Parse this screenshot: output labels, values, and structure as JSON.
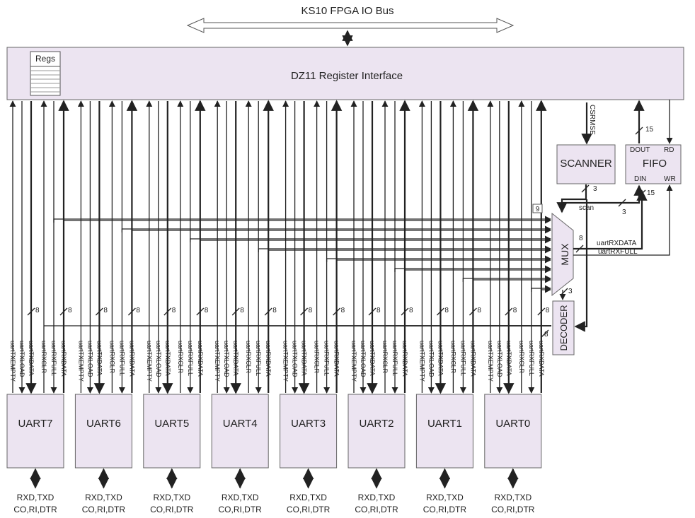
{
  "bus": {
    "label": "KS10 FPGA IO Bus"
  },
  "register_interface": {
    "label": "DZ11 Register Interface",
    "regs_label": "Regs"
  },
  "scanner": {
    "label": "SCANNER",
    "csrmse_label": "CSRMSE",
    "scan_label": "scan",
    "scan_width": "3",
    "decoder_width": "3"
  },
  "fifo": {
    "label": "FIFO",
    "dout": "DOUT",
    "rd": "RD",
    "din": "DIN",
    "wr": "WR",
    "dout_width": "15",
    "din_width": "15",
    "din_scan_width": "3"
  },
  "mux": {
    "label": "MUX",
    "select_box": "9",
    "out_width": "8",
    "out_data_label": "uartRXDATA",
    "out_full_label": "uartRXFULL"
  },
  "decoder": {
    "label": "DECODER",
    "out_width": "8"
  },
  "bus_width": "8",
  "signals": [
    "uartTXEMPTY",
    "uartTXLOAD",
    "uartTXDATA",
    "uartRXCLR",
    "uartRXFULL",
    "uartRXDATA"
  ],
  "uarts": [
    {
      "label": "UART7",
      "io1": "RXD,TXD",
      "io2": "CO,RI,DTR"
    },
    {
      "label": "UART6",
      "io1": "RXD,TXD",
      "io2": "CO,RI,DTR"
    },
    {
      "label": "UART5",
      "io1": "RXD,TXD",
      "io2": "CO,RI,DTR"
    },
    {
      "label": "UART4",
      "io1": "RXD,TXD",
      "io2": "CO,RI,DTR"
    },
    {
      "label": "UART3",
      "io1": "RXD,TXD",
      "io2": "CO,RI,DTR"
    },
    {
      "label": "UART2",
      "io1": "RXD,TXD",
      "io2": "CO,RI,DTR"
    },
    {
      "label": "UART1",
      "io1": "RXD,TXD",
      "io2": "CO,RI,DTR"
    },
    {
      "label": "UART0",
      "io1": "RXD,TXD",
      "io2": "CO,RI,DTR"
    }
  ]
}
